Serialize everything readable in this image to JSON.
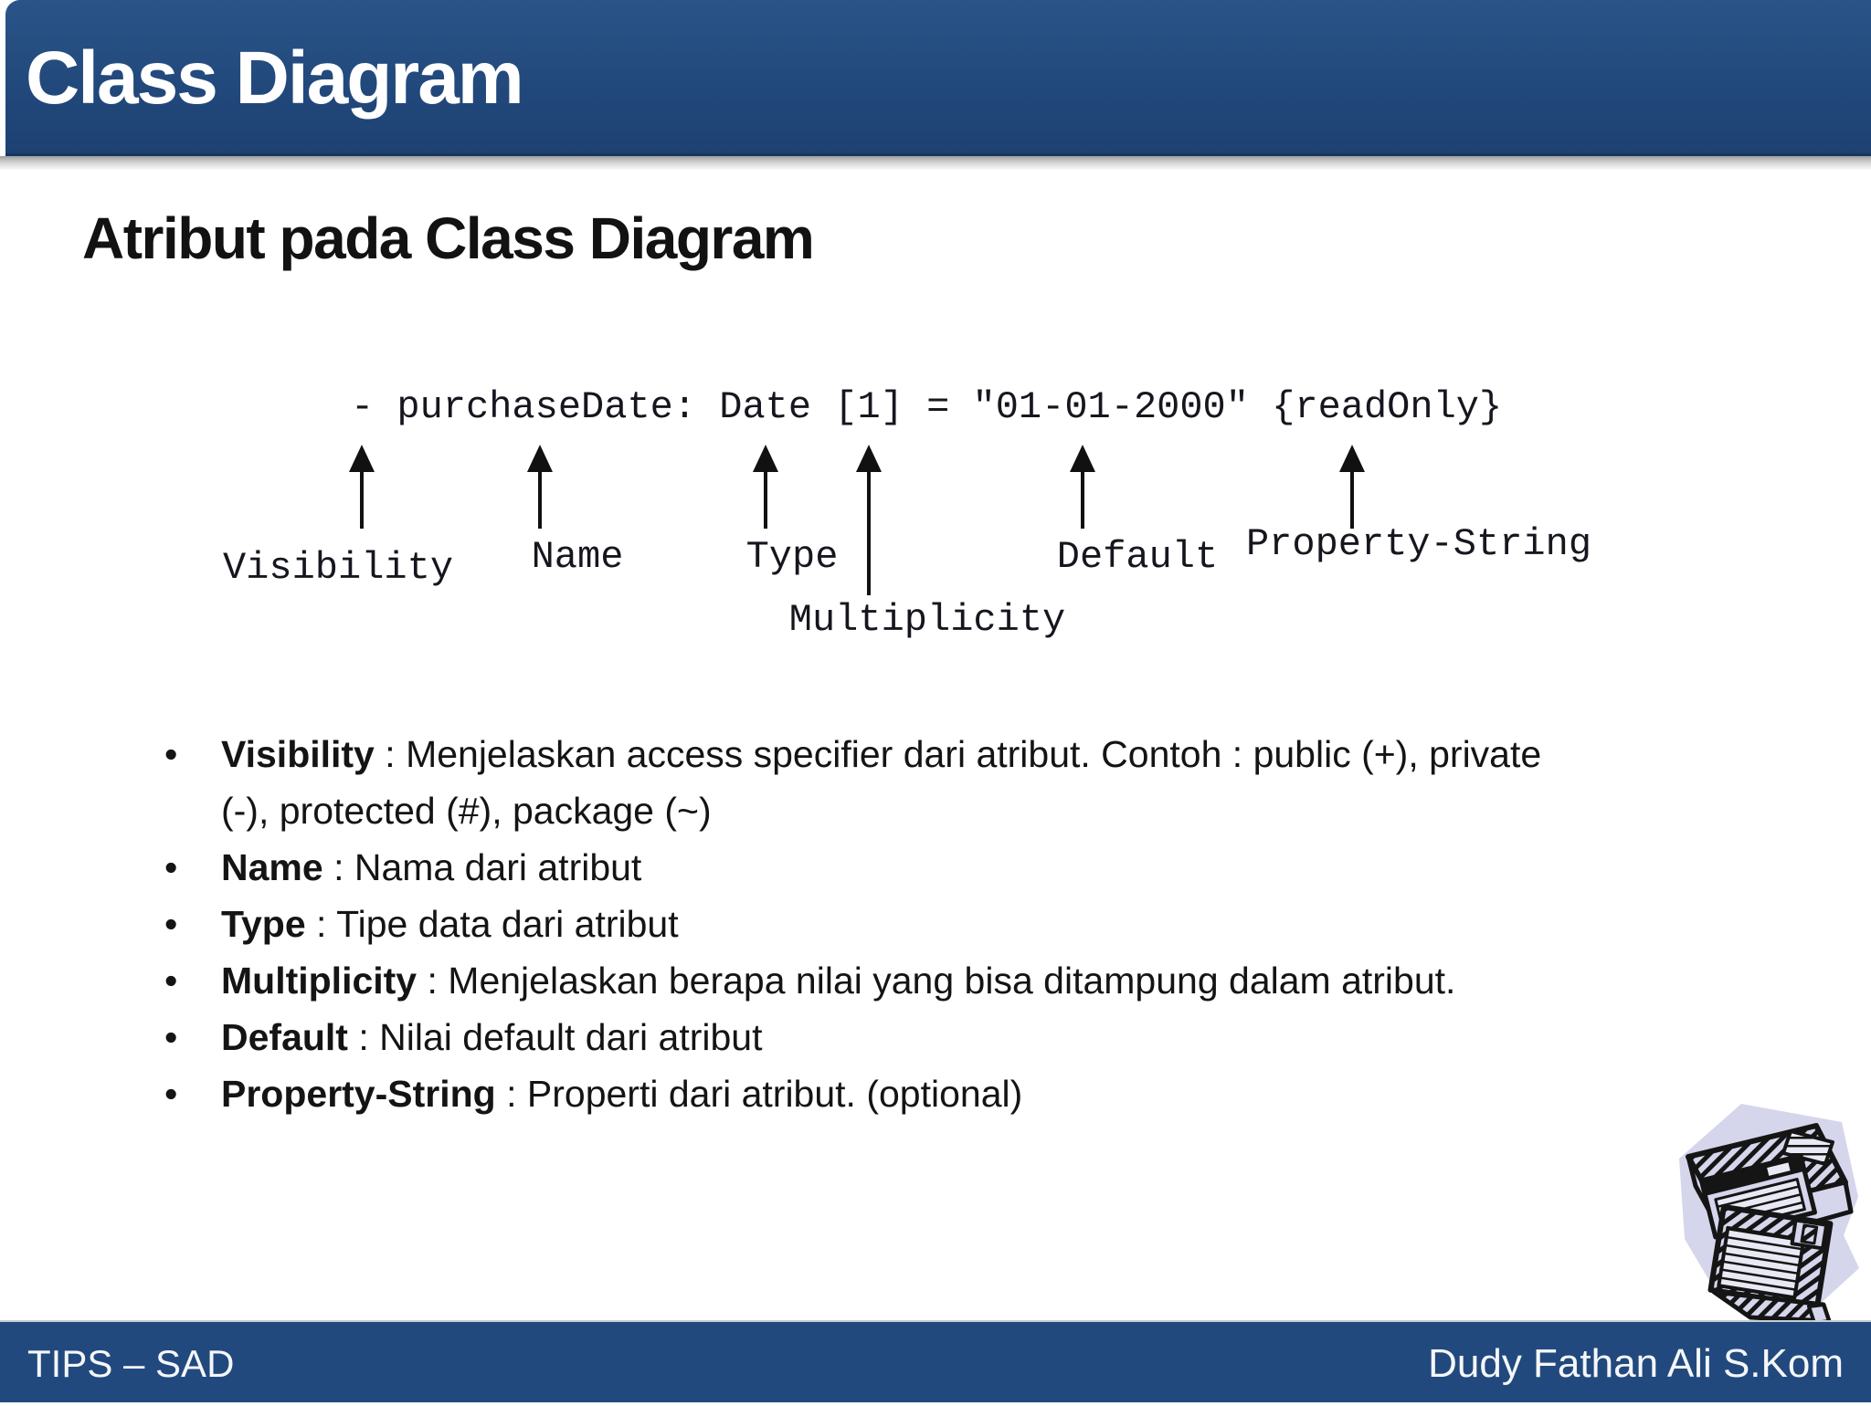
{
  "slide": {
    "title": "Class Diagram",
    "subtitle": "Atribut pada Class Diagram",
    "footer_left": "TIPS – SAD",
    "footer_right": "Dudy Fathan Ali S.Kom"
  },
  "diagram": {
    "code": "- purchaseDate: Date [1] = \"01-01-2000\" {readOnly}",
    "labels": {
      "visibility": "Visibility",
      "name": "Name",
      "type": "Type",
      "multiplicity": "Multiplicity",
      "default": "Default",
      "property_string": "Property-String"
    }
  },
  "separator": " : ",
  "bullets": [
    {
      "term": "Visibility",
      "desc": "Menjelaskan access specifier dari atribut. Contoh : public (+), private (-), protected (#), package (~)"
    },
    {
      "term": "Name",
      "desc": "Nama dari atribut"
    },
    {
      "term": "Type",
      "desc": "Tipe data dari atribut"
    },
    {
      "term": "Multiplicity",
      "desc": "Menjelaskan berapa nilai yang bisa ditampung dalam atribut."
    },
    {
      "term": "Default",
      "desc": "Nilai default dari atribut"
    },
    {
      "term": "Property-String",
      "desc": "Properti dari atribut. (optional)"
    }
  ],
  "icons": {
    "clipart": "floppy-disk-stack"
  },
  "colors": {
    "header_blue": "#21497E",
    "footer_blue": "#21497E",
    "shadow_gray": "#9F9F9F",
    "clipart_lavender": "#D5D5EC",
    "text_black": "#1A1A1A",
    "title_white": "#FFFFFF"
  }
}
